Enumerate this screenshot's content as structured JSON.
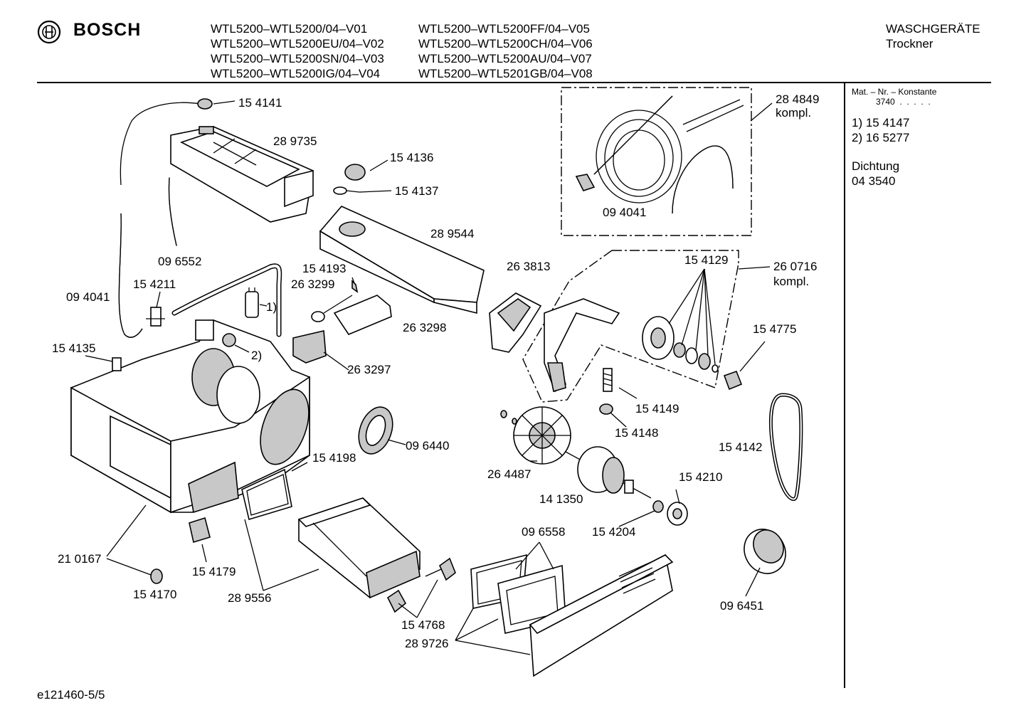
{
  "header": {
    "brand": "BOSCH",
    "models_left": [
      "WTL5200–WTL5200/04–V01",
      "WTL5200–WTL5200EU/04–V02",
      "WTL5200–WTL5200SN/04–V03",
      "WTL5200–WTL5200IG/04–V04"
    ],
    "models_right": [
      "WTL5200–WTL5200FF/04–V05",
      "WTL5200–WTL5200CH/04–V06",
      "WTL5200–WTL5200AU/04–V07",
      "WTL5200–WTL5201GB/04–V08"
    ],
    "category_line1": "WASCHGERÄTE",
    "category_line2": "Trockner"
  },
  "sidebar": {
    "mat_label": "Mat. – Nr. – Konstante",
    "mat_value": "3740  .  .  .  .  .",
    "note1": "1) 15 4147",
    "note2": "2) 16 5277",
    "seal_label": "Dichtung",
    "seal_number": "04 3540"
  },
  "labels": [
    {
      "id": "p154141",
      "text": "15 4141"
    },
    {
      "id": "p289735",
      "text": "28 9735"
    },
    {
      "id": "p154136",
      "text": "15 4136"
    },
    {
      "id": "p154137",
      "text": "15 4137"
    },
    {
      "id": "p289544",
      "text": "28 9544"
    },
    {
      "id": "p284849",
      "text": "28 4849"
    },
    {
      "id": "kompl1",
      "text": "kompl."
    },
    {
      "id": "p094041a",
      "text": "09 4041"
    },
    {
      "id": "p096552",
      "text": "09 6552"
    },
    {
      "id": "p094041b",
      "text": "09 4041"
    },
    {
      "id": "p154211",
      "text": "15 4211"
    },
    {
      "id": "p154193",
      "text": "15 4193"
    },
    {
      "id": "p263299",
      "text": "26 3299"
    },
    {
      "id": "note1ref",
      "text": "1)"
    },
    {
      "id": "p263813",
      "text": "26 3813"
    },
    {
      "id": "p154129",
      "text": "15 4129"
    },
    {
      "id": "p260716",
      "text": "26 0716"
    },
    {
      "id": "kompl2",
      "text": "kompl."
    },
    {
      "id": "p154135",
      "text": "15 4135"
    },
    {
      "id": "note2ref",
      "text": "2)"
    },
    {
      "id": "p263298",
      "text": "26 3298"
    },
    {
      "id": "p154775",
      "text": "15 4775"
    },
    {
      "id": "p263297",
      "text": "26 3297"
    },
    {
      "id": "p154149",
      "text": "15 4149"
    },
    {
      "id": "p154148",
      "text": "15 4148"
    },
    {
      "id": "p096440",
      "text": "09 6440"
    },
    {
      "id": "p154142",
      "text": "15 4142"
    },
    {
      "id": "p154198",
      "text": "15 4198"
    },
    {
      "id": "p264487",
      "text": "26 4487"
    },
    {
      "id": "p154210",
      "text": "15 4210"
    },
    {
      "id": "p141350",
      "text": "14 1350"
    },
    {
      "id": "p096558",
      "text": "09 6558"
    },
    {
      "id": "p154204",
      "text": "15 4204"
    },
    {
      "id": "p210167",
      "text": "21 0167"
    },
    {
      "id": "p154179",
      "text": "15 4179"
    },
    {
      "id": "p154170",
      "text": "15 4170"
    },
    {
      "id": "p289556",
      "text": "28 9556"
    },
    {
      "id": "p096451",
      "text": "09 6451"
    },
    {
      "id": "p154768",
      "text": "15 4768"
    },
    {
      "id": "p289726",
      "text": "28 9726"
    }
  ],
  "footer": {
    "doc_id": "e121460-5/5"
  }
}
